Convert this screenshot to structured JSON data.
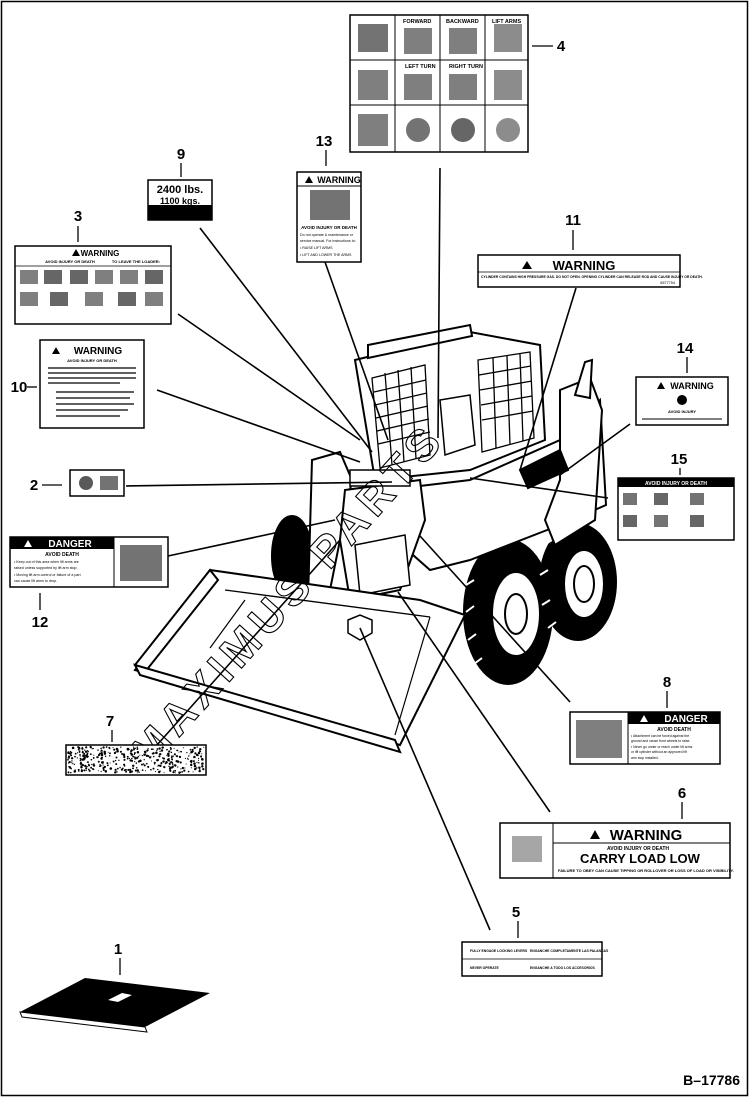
{
  "diagram": {
    "reference_code": "B–17786",
    "watermark": "MAXIMUS PARTS"
  },
  "callouts": [
    "1",
    "2",
    "3",
    "4",
    "5",
    "6",
    "7",
    "8",
    "9",
    "10",
    "11",
    "12",
    "13",
    "14",
    "15"
  ],
  "decals": {
    "d3": {
      "title": "WARNING",
      "subtitle": "AVOID INJURY OR DEATH",
      "side_note": "TO LEAVE THE LOADER:"
    },
    "d4": {
      "labels": [
        "FORWARD",
        "BACKWARD",
        "LEFT TURN",
        "RIGHT TURN",
        "LIFT ARMS"
      ]
    },
    "d5": {
      "rows": [
        [
          "FULLY ENGAGE LOCKING LEVERS",
          "ENGANCHE COMPLETAMENTE LAS PALANCAS"
        ],
        [
          "NEVER OPERATE",
          "ENGANCHE A TODO LOS ACCESORIOS"
        ]
      ]
    },
    "d6": {
      "title": "WARNING",
      "subtitle": "AVOID INJURY OR DEATH",
      "headline": "CARRY LOAD LOW",
      "body": "FAILURE TO OBEY CAN CAUSE TIPPING OR ROLLOVER OR LOSS OF LOAD OR VISIBILITY."
    },
    "d8": {
      "title": "DANGER",
      "subtitle": "AVOID DEATH",
      "body": [
        "• Attachment can be forced against the",
        "ground and cause front wheels to raise.",
        "• Never go under or reach under lift arms",
        "or lift cylinder without an approved lift",
        "arm stop installed."
      ]
    },
    "d9": {
      "line1": "2400 lbs.",
      "line2": "1100 kgs."
    },
    "d10": {
      "title": "WARNING",
      "subtitle": "AVOID INJURY OR DEATH"
    },
    "d11": {
      "title": "WARNING",
      "body": "CYLINDER CONTAINS HIGH PRESSURE GAS. DO NOT OPEN. OPENING CYLINDER CAN RELEASE ROD AND CAUSE INJURY OR DEATH.",
      "part": "6577754"
    },
    "d12": {
      "title": "DANGER",
      "subtitle": "AVOID DEATH",
      "body": [
        "• Keep out of this area when lift arms are",
        "raised unless supported by lift arm stop.",
        "• Moving lift arm control or failure of a part",
        "can cause lift arms to drop."
      ]
    },
    "d13": {
      "title": "WARNING",
      "subtitle": "AVOID INJURY OR DEATH",
      "body": [
        "Do not operate & maintenance or",
        "service manual. For instructions to:",
        "• RAISE LIFT ARMS",
        "• LIFT AND LOWER THE ARMS"
      ]
    },
    "d14": {
      "title": "WARNING",
      "subtitle": "AVOID INJURY"
    },
    "d15": {
      "title": "AVOID INJURY OR DEATH"
    }
  },
  "colors": {
    "ink": "#000000",
    "paper": "#ffffff"
  }
}
